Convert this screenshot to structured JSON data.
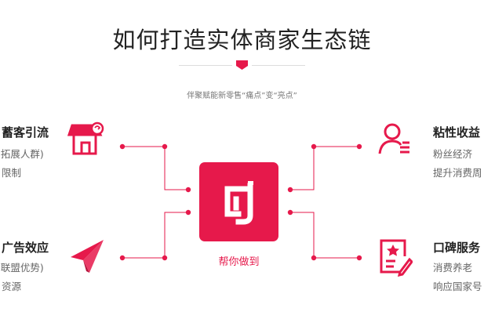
{
  "header": {
    "title": "如何打造实体商家生态链",
    "subtitle": "伴聚赋能新零售“痛点”变“亮点”"
  },
  "center": {
    "label": "帮你做到",
    "logo_icon": "brand-logo-icon"
  },
  "features": {
    "top_left": {
      "title": "蓄客引流",
      "line1": "(拓展人群)",
      "line2": "限制",
      "icon": "storefront-icon"
    },
    "bottom_left": {
      "title": "广告效应",
      "line1": "(联盟优势)",
      "line2": "资源",
      "icon": "paper-plane-icon"
    },
    "top_right": {
      "title": "粘性收益",
      "line1": "粉丝经济",
      "line2": "提升消费周",
      "icon": "user-list-icon"
    },
    "bottom_right": {
      "title": "口碑服务",
      "line1": "消费养老",
      "line2": "响应国家号",
      "icon": "certificate-icon"
    }
  },
  "colors": {
    "accent": "#e6194b",
    "text": "#222222",
    "muted": "#666666"
  }
}
